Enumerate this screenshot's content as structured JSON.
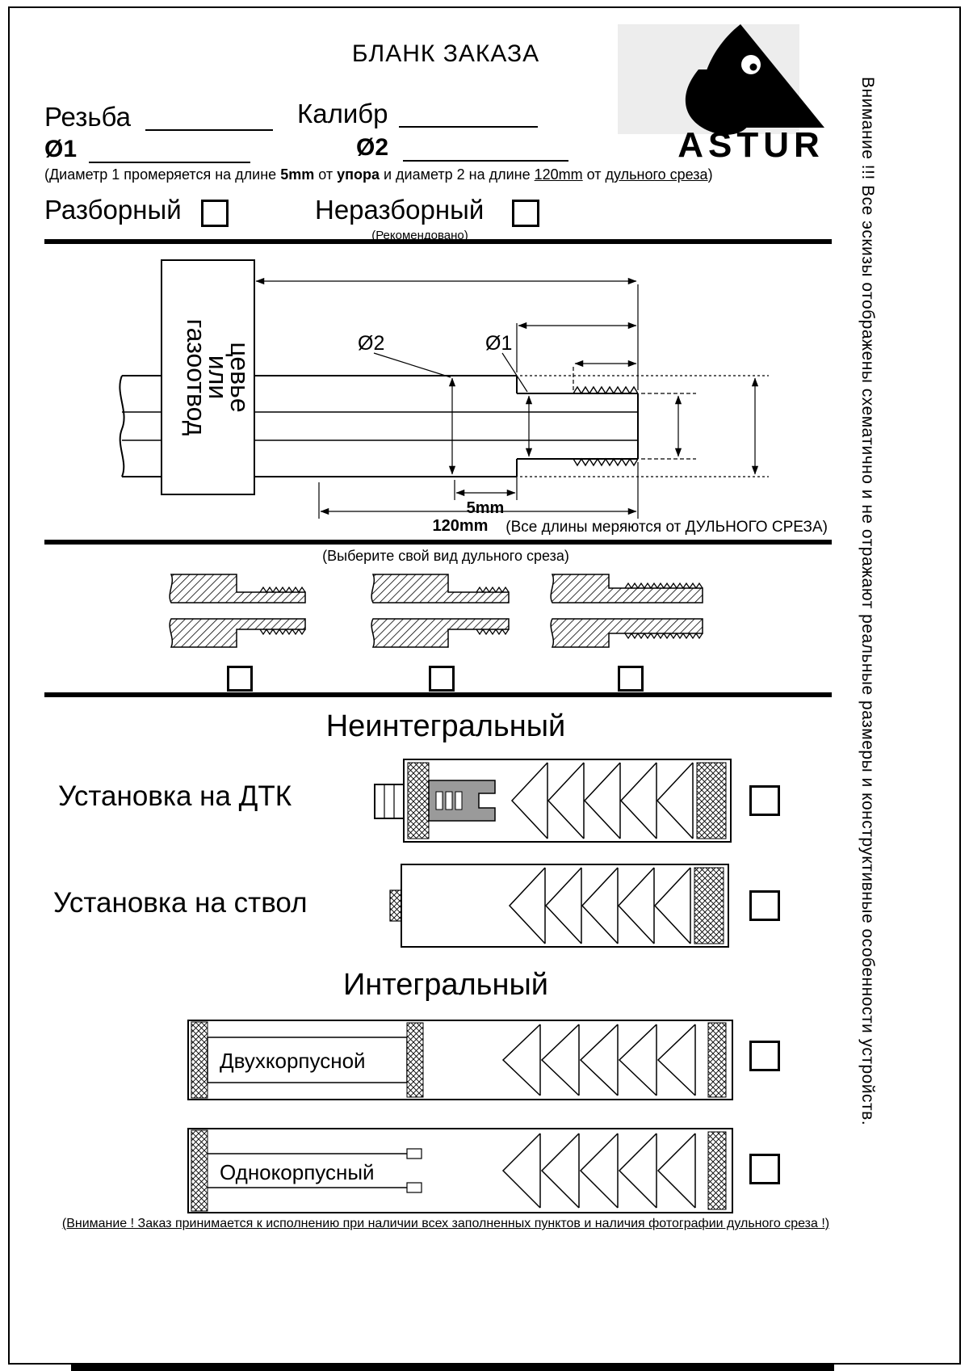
{
  "header": {
    "title": "БЛАНК ЗАКАЗА",
    "brand": "ASTUR",
    "side_warning": "Внимание !!! Все эскизы отображены схематично и не отражают реальные размеры и конструктивные особенности устройств."
  },
  "fields": {
    "thread_label": "Резьба",
    "caliber_label": "Калибр",
    "d1_label": "Ø1",
    "d2_label": "Ø2",
    "note": {
      "p1": "(Диаметр 1 промеряется на длине ",
      "b1": "5mm",
      "p2": " от ",
      "b2": "упора",
      "p3": " и диаметр 2 на длине ",
      "u1": "120mm",
      "p4": " от ",
      "u2": "дульного среза",
      "p5": ")"
    }
  },
  "options": {
    "collapsible": "Разборный",
    "non_collapsible": "Неразборный",
    "recommended": "(Рекомендовано)"
  },
  "drawing": {
    "gas_block_line1": "газоотвод",
    "gas_block_line2": "или",
    "gas_block_line3": "цевье",
    "dim_d2": "Ø2",
    "dim_d1": "Ø1",
    "dim_5mm": "5mm",
    "dim_120mm": "120mm",
    "lengths_note": "(Все длины меряются от ДУЛЬНОГО СРЕЗА)"
  },
  "muzzle_choice": {
    "prompt": "(Выберите свой вид дульного среза)"
  },
  "sections": {
    "non_integral": "Неинтегральный",
    "integral": "Интегральный",
    "mount_dtk": "Установка на ДТК",
    "mount_barrel": "Установка на ствол",
    "two_body": "Двухкорпусной",
    "one_body": "Однокорпусный"
  },
  "footer": {
    "note": "(Внимание ! Заказ принимается к исполнению при наличии всех заполненных пунктов и наличия фотографии дульного среза !)"
  }
}
